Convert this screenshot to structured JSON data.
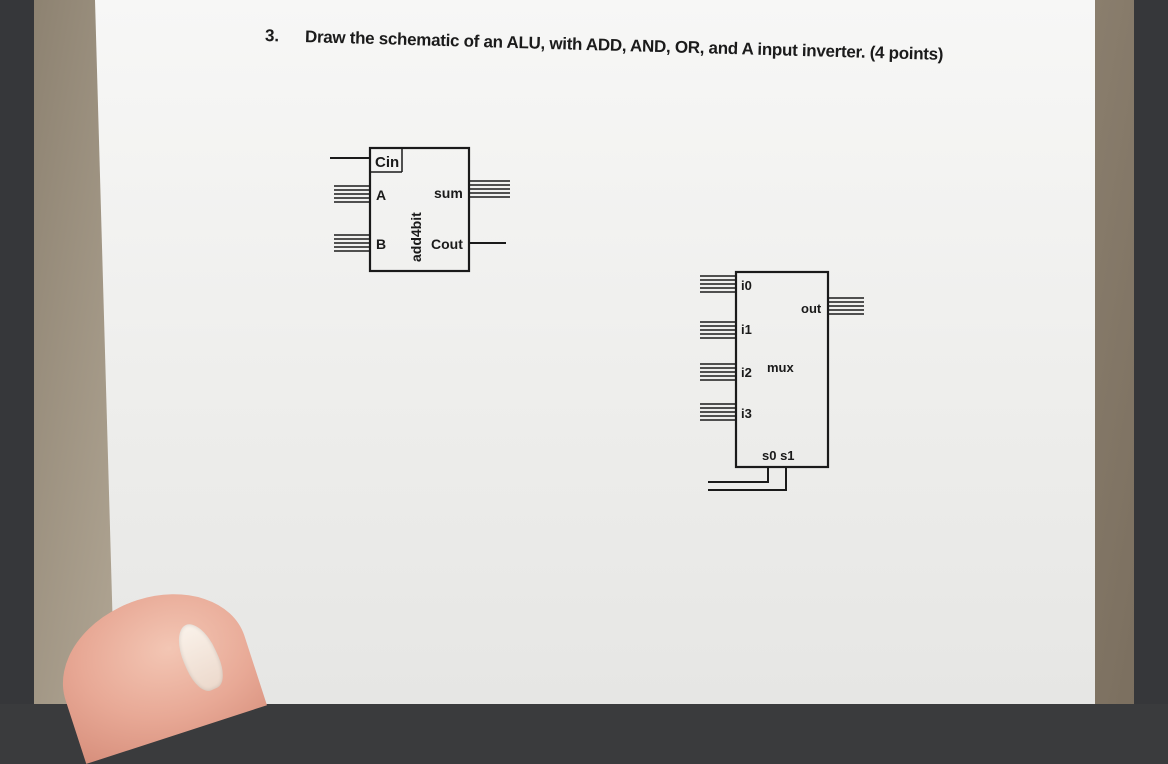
{
  "question": {
    "number": "3.",
    "text": "Draw the schematic of an ALU, with ADD, AND, OR, and A input inverter. (4 points)"
  },
  "adder_block": {
    "name": "add4bit",
    "inputs": {
      "carry_in": "Cin",
      "a": "A",
      "b": "B"
    },
    "outputs": {
      "sum": "sum",
      "carry_out": "Cout"
    }
  },
  "mux_block": {
    "name": "mux",
    "inputs": [
      "i0",
      "i1",
      "i2",
      "i3"
    ],
    "output": "out",
    "selects": "s0 s1"
  },
  "colors": {
    "ink": "#1a1a1a",
    "paper": "#f4f4f3"
  }
}
